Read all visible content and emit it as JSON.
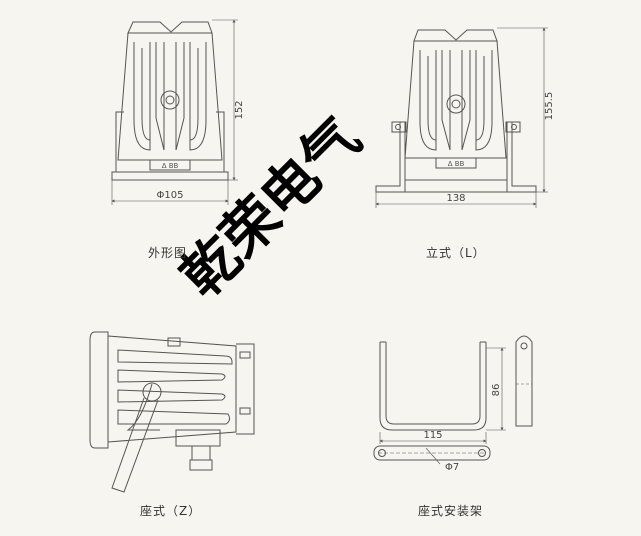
{
  "captions": {
    "outline": "外形图",
    "standing": "立式（L）",
    "seat": "座式（Z）",
    "bracket": "座式安装架"
  },
  "dimensions": {
    "outline_height": "152",
    "outline_width": "Φ105",
    "standing_height": "155.5",
    "standing_width": "138",
    "bracket_height": "86",
    "bracket_width": "115",
    "bracket_hole": "Φ7"
  },
  "nameplate_text": "ᐃ BB",
  "watermark": "乾荣电气",
  "colors": {
    "background": "#f7f5f0",
    "line": "#555555",
    "watermark": "#000000"
  }
}
